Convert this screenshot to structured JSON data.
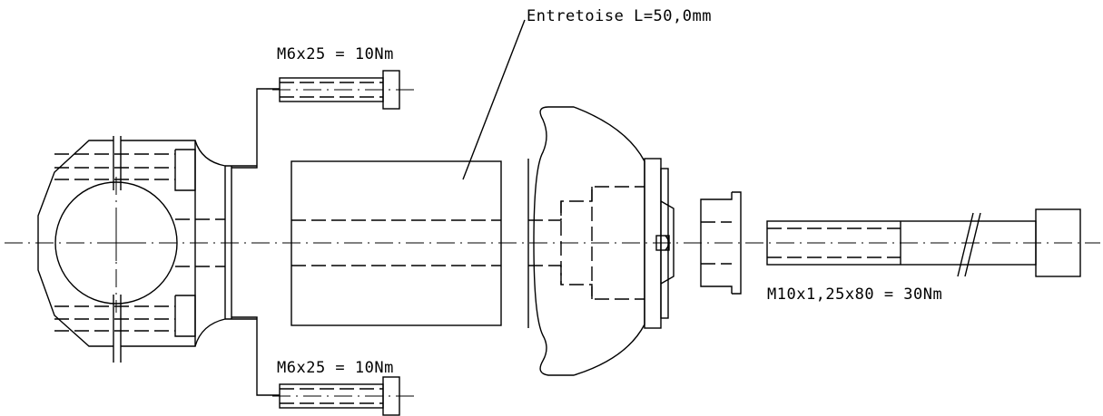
{
  "labels": {
    "spacer": "Entretoise L=50,0mm",
    "bolt_top": "M6x25 = 10Nm",
    "bolt_bottom": "M6x25 = 10Nm",
    "bolt_right": "M10x1,25x80 = 30Nm"
  }
}
